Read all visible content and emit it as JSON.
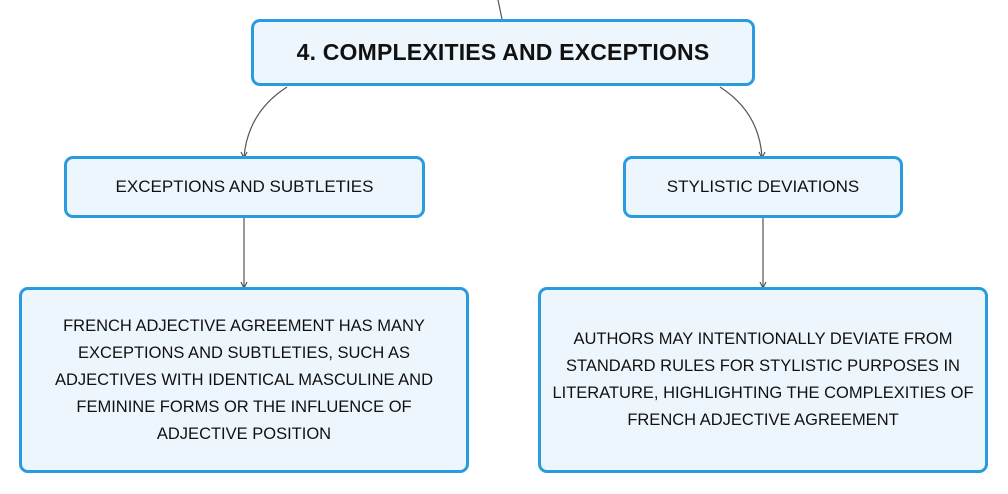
{
  "diagram": {
    "root": {
      "label": "4. COMPLEXITIES AND EXCEPTIONS"
    },
    "branches": [
      {
        "label": "EXCEPTIONS AND SUBTLETIES",
        "detail": "FRENCH ADJECTIVE AGREEMENT HAS MANY EXCEPTIONS AND SUBTLETIES, SUCH AS ADJECTIVES WITH IDENTICAL MASCULINE AND FEMININE FORMS OR THE INFLUENCE OF ADJECTIVE POSITION"
      },
      {
        "label": "STYLISTIC DEVIATIONS",
        "detail": "AUTHORS MAY INTENTIONALLY DEVIATE FROM STANDARD RULES FOR STYLISTIC PURPOSES IN LITERATURE, HIGHLIGHTING THE COMPLEXITIES OF FRENCH ADJECTIVE AGREEMENT"
      }
    ],
    "colors": {
      "node_border": "#2b9be0",
      "node_fill": "#eef6fd",
      "connector": "#555555",
      "text": "#111111"
    }
  }
}
